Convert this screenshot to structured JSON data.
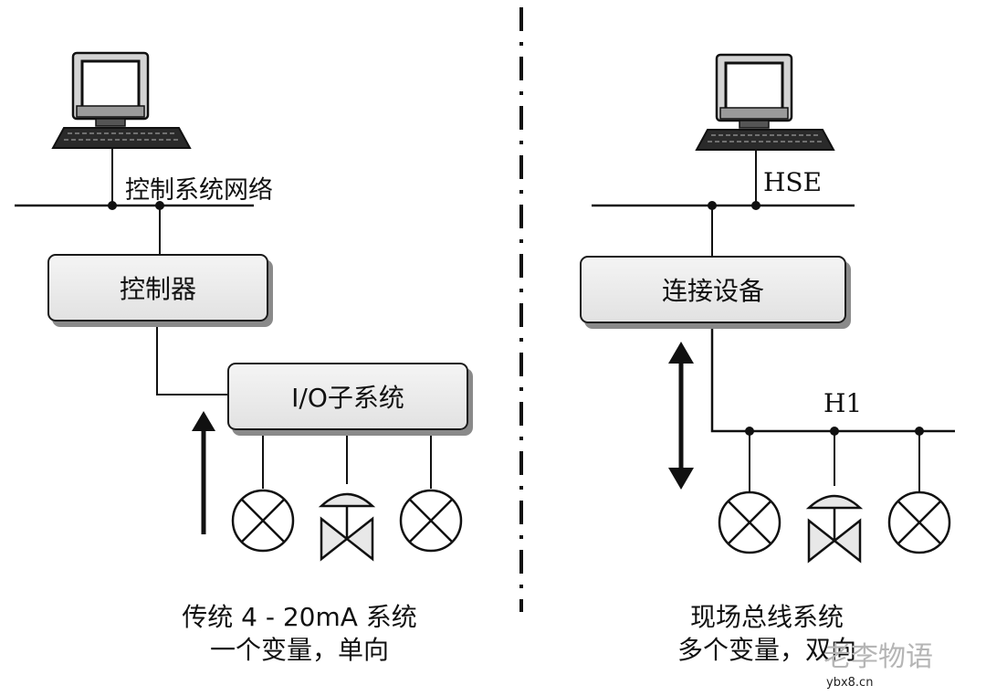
{
  "left": {
    "network_label": "控制系统网络",
    "controller_label": "控制器",
    "io_label": "I/O子系统",
    "caption_line1": "传统 4 - 20mA 系统",
    "caption_line2": "一个变量，单向"
  },
  "right": {
    "hse_label": "HSE",
    "linking_device_label": "连接设备",
    "h1_label": "H1",
    "caption_line1": "现场总线系统",
    "caption_line2": "多个变量，双向"
  },
  "watermark": {
    "brand": "老李物语",
    "site": "ybx8.cn"
  },
  "icons": [
    "computer-icon",
    "sensor-icon",
    "valve-icon",
    "up-arrow-icon",
    "double-arrow-icon"
  ]
}
